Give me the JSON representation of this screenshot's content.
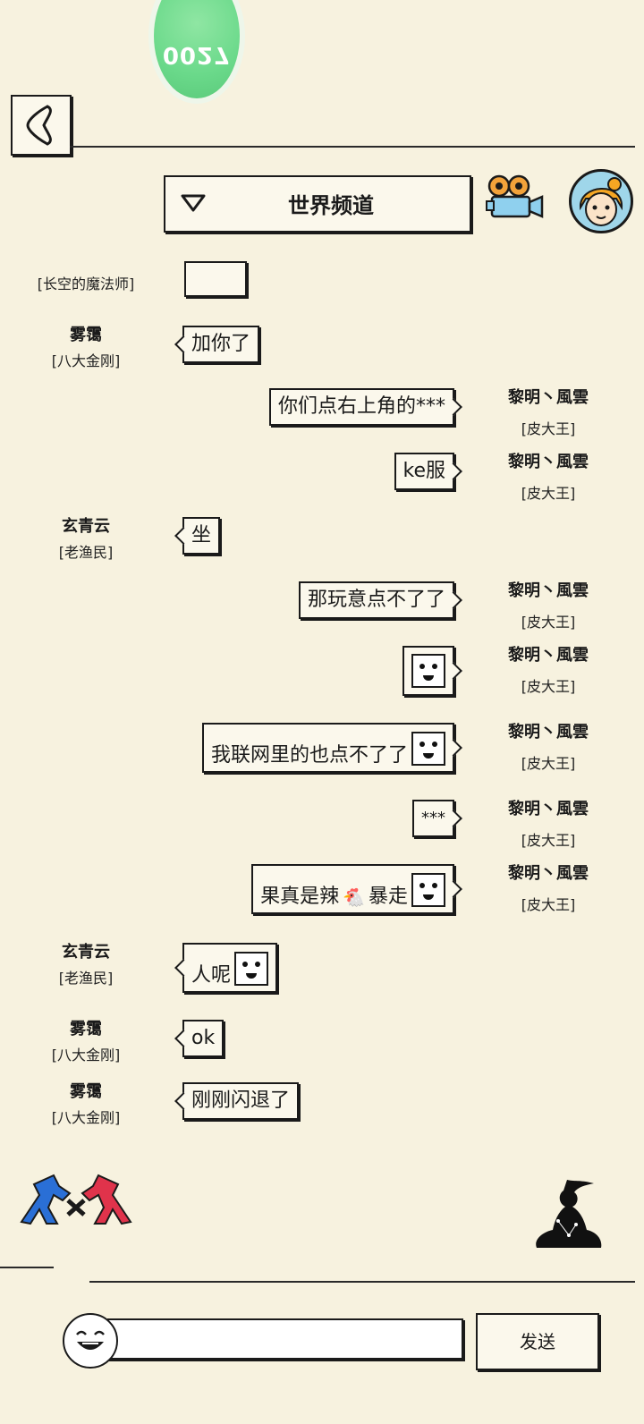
{
  "header": {
    "badge_text": "0027",
    "channel_title": "世界频道"
  },
  "chat": {
    "partial_top_rank": "[长空的魔法师]",
    "messages": [
      {
        "side": "left",
        "name": "雾霭",
        "rank": "[八大金刚]",
        "text": "加你了"
      },
      {
        "side": "right",
        "name": "黎明丶風雲",
        "rank": "[皮大王]",
        "text": "你们点右上角的***"
      },
      {
        "side": "right",
        "name": "黎明丶風雲",
        "rank": "[皮大王]",
        "text": "ke服"
      },
      {
        "side": "left",
        "name": "玄青云",
        "rank": "[老渔民]",
        "text": "坐"
      },
      {
        "side": "right",
        "name": "黎明丶風雲",
        "rank": "[皮大王]",
        "text": "那玩意点不了了"
      },
      {
        "side": "right",
        "name": "黎明丶風雲",
        "rank": "[皮大王]",
        "text": ""
      },
      {
        "side": "right",
        "name": "黎明丶風雲",
        "rank": "[皮大王]",
        "text": "我联网里的也点不了了"
      },
      {
        "side": "right",
        "name": "黎明丶風雲",
        "rank": "[皮大王]",
        "text": "***"
      },
      {
        "side": "right",
        "name": "黎明丶風雲",
        "rank": "[皮大王]",
        "text_before": "果真是辣",
        "text_after": "暴走"
      },
      {
        "side": "left",
        "name": "玄青云",
        "rank": "[老渔民]",
        "text": "人呢"
      },
      {
        "side": "left",
        "name": "雾霭",
        "rank": "[八大金刚]",
        "text": "ok"
      },
      {
        "side": "left",
        "name": "雾霭",
        "rank": "[八大金刚]",
        "text": "刚刚闪退了"
      }
    ]
  },
  "composer": {
    "input_value": "",
    "send_label": "发送"
  }
}
